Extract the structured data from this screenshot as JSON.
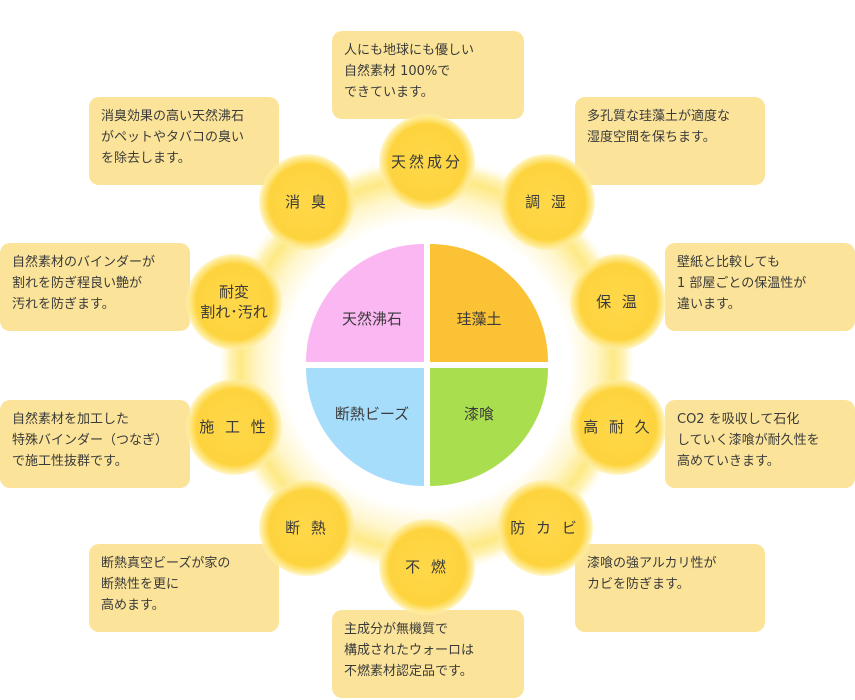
{
  "center": {
    "top_left": "天然沸石",
    "top_right": "珪藻土",
    "bottom_left": "断熱ビーズ",
    "bottom_right": "漆喰"
  },
  "colors": {
    "top_left": "#fbb7f2",
    "top_right": "#fbc236",
    "bottom_left": "#a6ddfb",
    "bottom_right": "#a9df4f",
    "node": "#fdd43e",
    "box": "#fbe49a"
  },
  "nodes": {
    "natural": "天然成分",
    "humidity": "調 湿",
    "insulation_warm": "保 温",
    "durability": "高 耐 久",
    "antimold": "防 カ ビ",
    "nonflammable": "不 燃",
    "heat_insulation": "断 熱",
    "workability": "施 工 性",
    "stain_resistance": "耐変\n割れ･汚れ",
    "deodorize": "消 臭"
  },
  "descriptions": {
    "natural": "人にも地球にも優しい\n自然素材 100%で\nできています。",
    "humidity": "多孔質な珪藻土が適度な\n湿度空間を保ちます。",
    "insulation_warm": "壁紙と比較しても\n1 部屋ごとの保温性が\n違います。",
    "durability": "CO2 を吸収して石化\nしていく漆喰が耐久性を\n高めていきます。",
    "antimold": "漆喰の強アルカリ性が\nカビを防ぎます。",
    "nonflammable": "主成分が無機質で\n構成されたウォーロは\n不燃素材認定品です。",
    "heat_insulation": "断熱真空ビーズが家の\n断熱性を更に\n高めます。",
    "workability": "自然素材を加工した\n特殊バインダー（つなぎ）\nで施工性抜群です。",
    "stain_resistance": "自然素材のバインダーが\n割れを防ぎ程良い艶が\n汚れを防ぎます。",
    "deodorize": "消臭効果の高い天然沸石\nがペットやタバコの臭い\nを除去します。"
  }
}
